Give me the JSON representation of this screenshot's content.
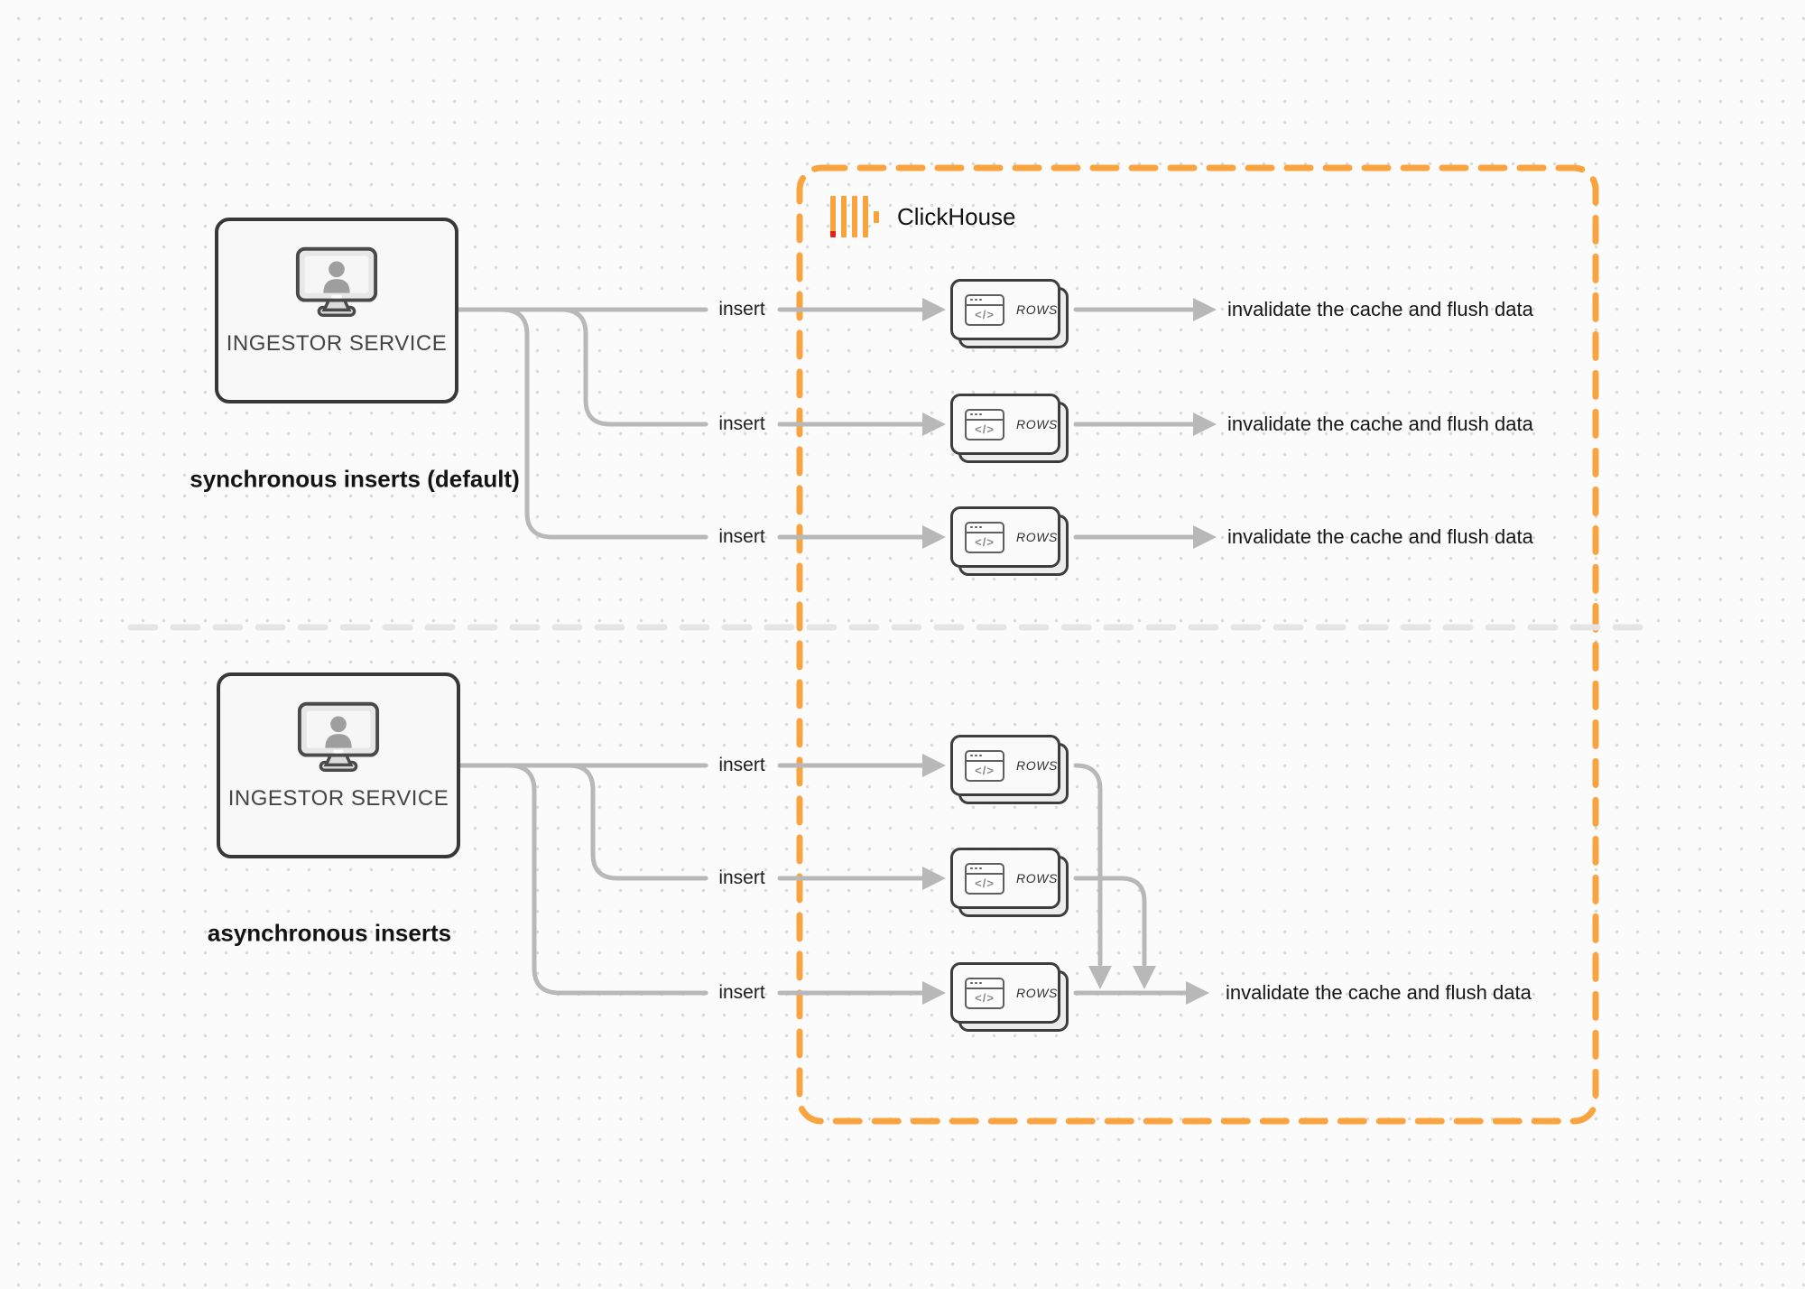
{
  "clickhouse": {
    "label": "ClickHouse"
  },
  "rows_card": {
    "label": "ROWS",
    "code_glyph": "</>"
  },
  "sync": {
    "service_label": "INGESTOR SERVICE",
    "caption": "synchronous inserts (default)",
    "rows": [
      {
        "insert": "insert",
        "result": "invalidate the cache and flush data"
      },
      {
        "insert": "insert",
        "result": "invalidate the cache and flush data"
      },
      {
        "insert": "insert",
        "result": "invalidate the cache and flush data"
      }
    ]
  },
  "async": {
    "service_label": "INGESTOR SERVICE",
    "caption": "asynchronous inserts",
    "rows": [
      {
        "insert": "insert"
      },
      {
        "insert": "insert"
      },
      {
        "insert": "insert"
      }
    ],
    "result": "invalidate the cache and flush data"
  },
  "colors": {
    "accent_orange": "#F9A440",
    "logo_red": "#E2231A",
    "connector_gray": "#B8B8B8",
    "divider_gray": "#E5E5E5",
    "box_border": "#383838",
    "text_dark": "#161616",
    "background": "#FBFBFB"
  }
}
